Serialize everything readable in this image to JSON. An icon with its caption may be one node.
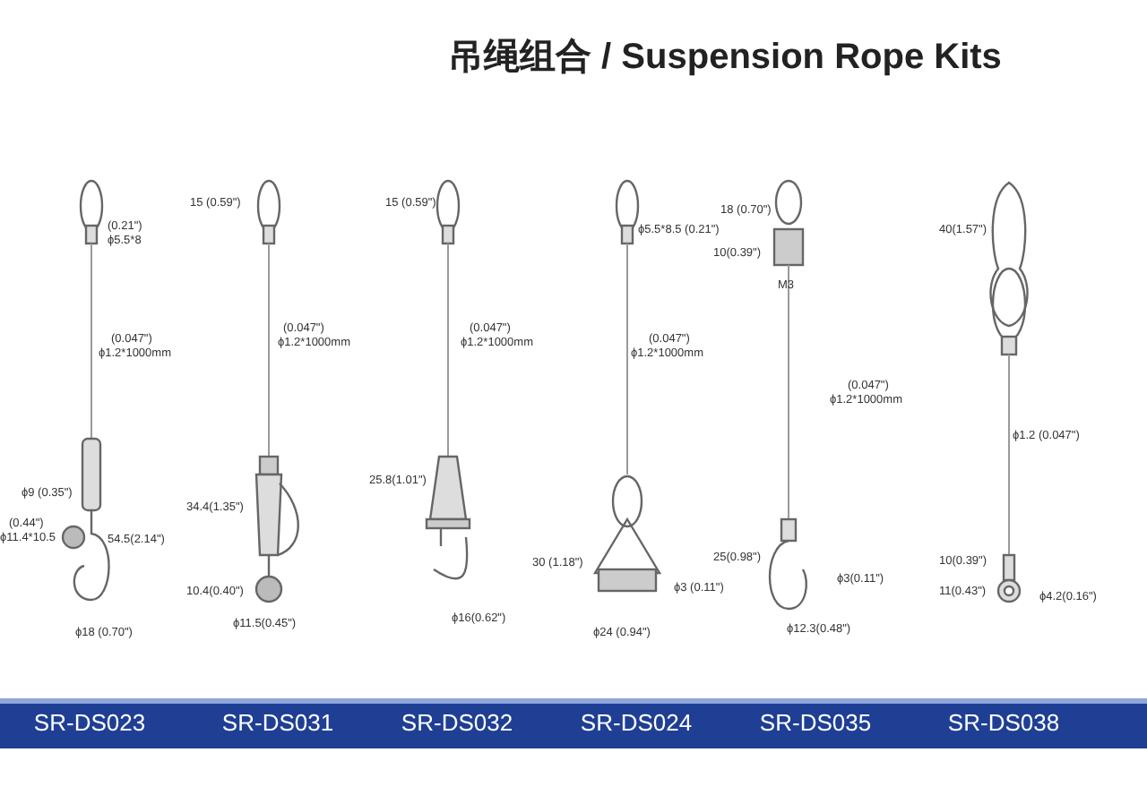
{
  "diagram": {
    "title": "吊绳组合 / Suspension Rope Kits",
    "labels": [
      "(0.21\")",
      "ϕ5.5*8",
      "(0.047\")",
      "ϕ1.2*1000mm",
      "ϕ9 (0.35\")",
      "(0.44\")",
      "ϕ11.4*10.5",
      "54.5(2.14\")",
      "ϕ18 (0.70\")",
      "15 (0.59\")",
      "(0.047\")",
      "ϕ1.2*1000mm",
      "34.4(1.35\")",
      "10.4(0.40\")",
      "ϕ11.5(0.45\")",
      "15 (0.59\")",
      "(0.047\")",
      "ϕ1.2*1000mm",
      "25.8(1.01\")",
      "ϕ16(0.62\")",
      "ϕ5.5*8.5 (0.21\")",
      "(0.047\")",
      "ϕ1.2*1000mm",
      "30 (1.18\")",
      "ϕ3 (0.11\")",
      "ϕ24 (0.94\")",
      "18 (0.70\")",
      "10(0.39\")",
      "M3",
      "(0.047\")",
      "ϕ1.2*1000mm",
      "25(0.98\")",
      "ϕ3(0.11\")",
      "ϕ12.3(0.48\")",
      "40(1.57\")",
      "ϕ1.2 (0.047\")",
      "10(0.39\")",
      "11(0.43\")",
      "ϕ4.2(0.16\")",
      "SR-DS023",
      "SR-DS031",
      "SR-DS032",
      "SR-DS024",
      "SR-DS035",
      "SR-DS038"
    ]
  }
}
